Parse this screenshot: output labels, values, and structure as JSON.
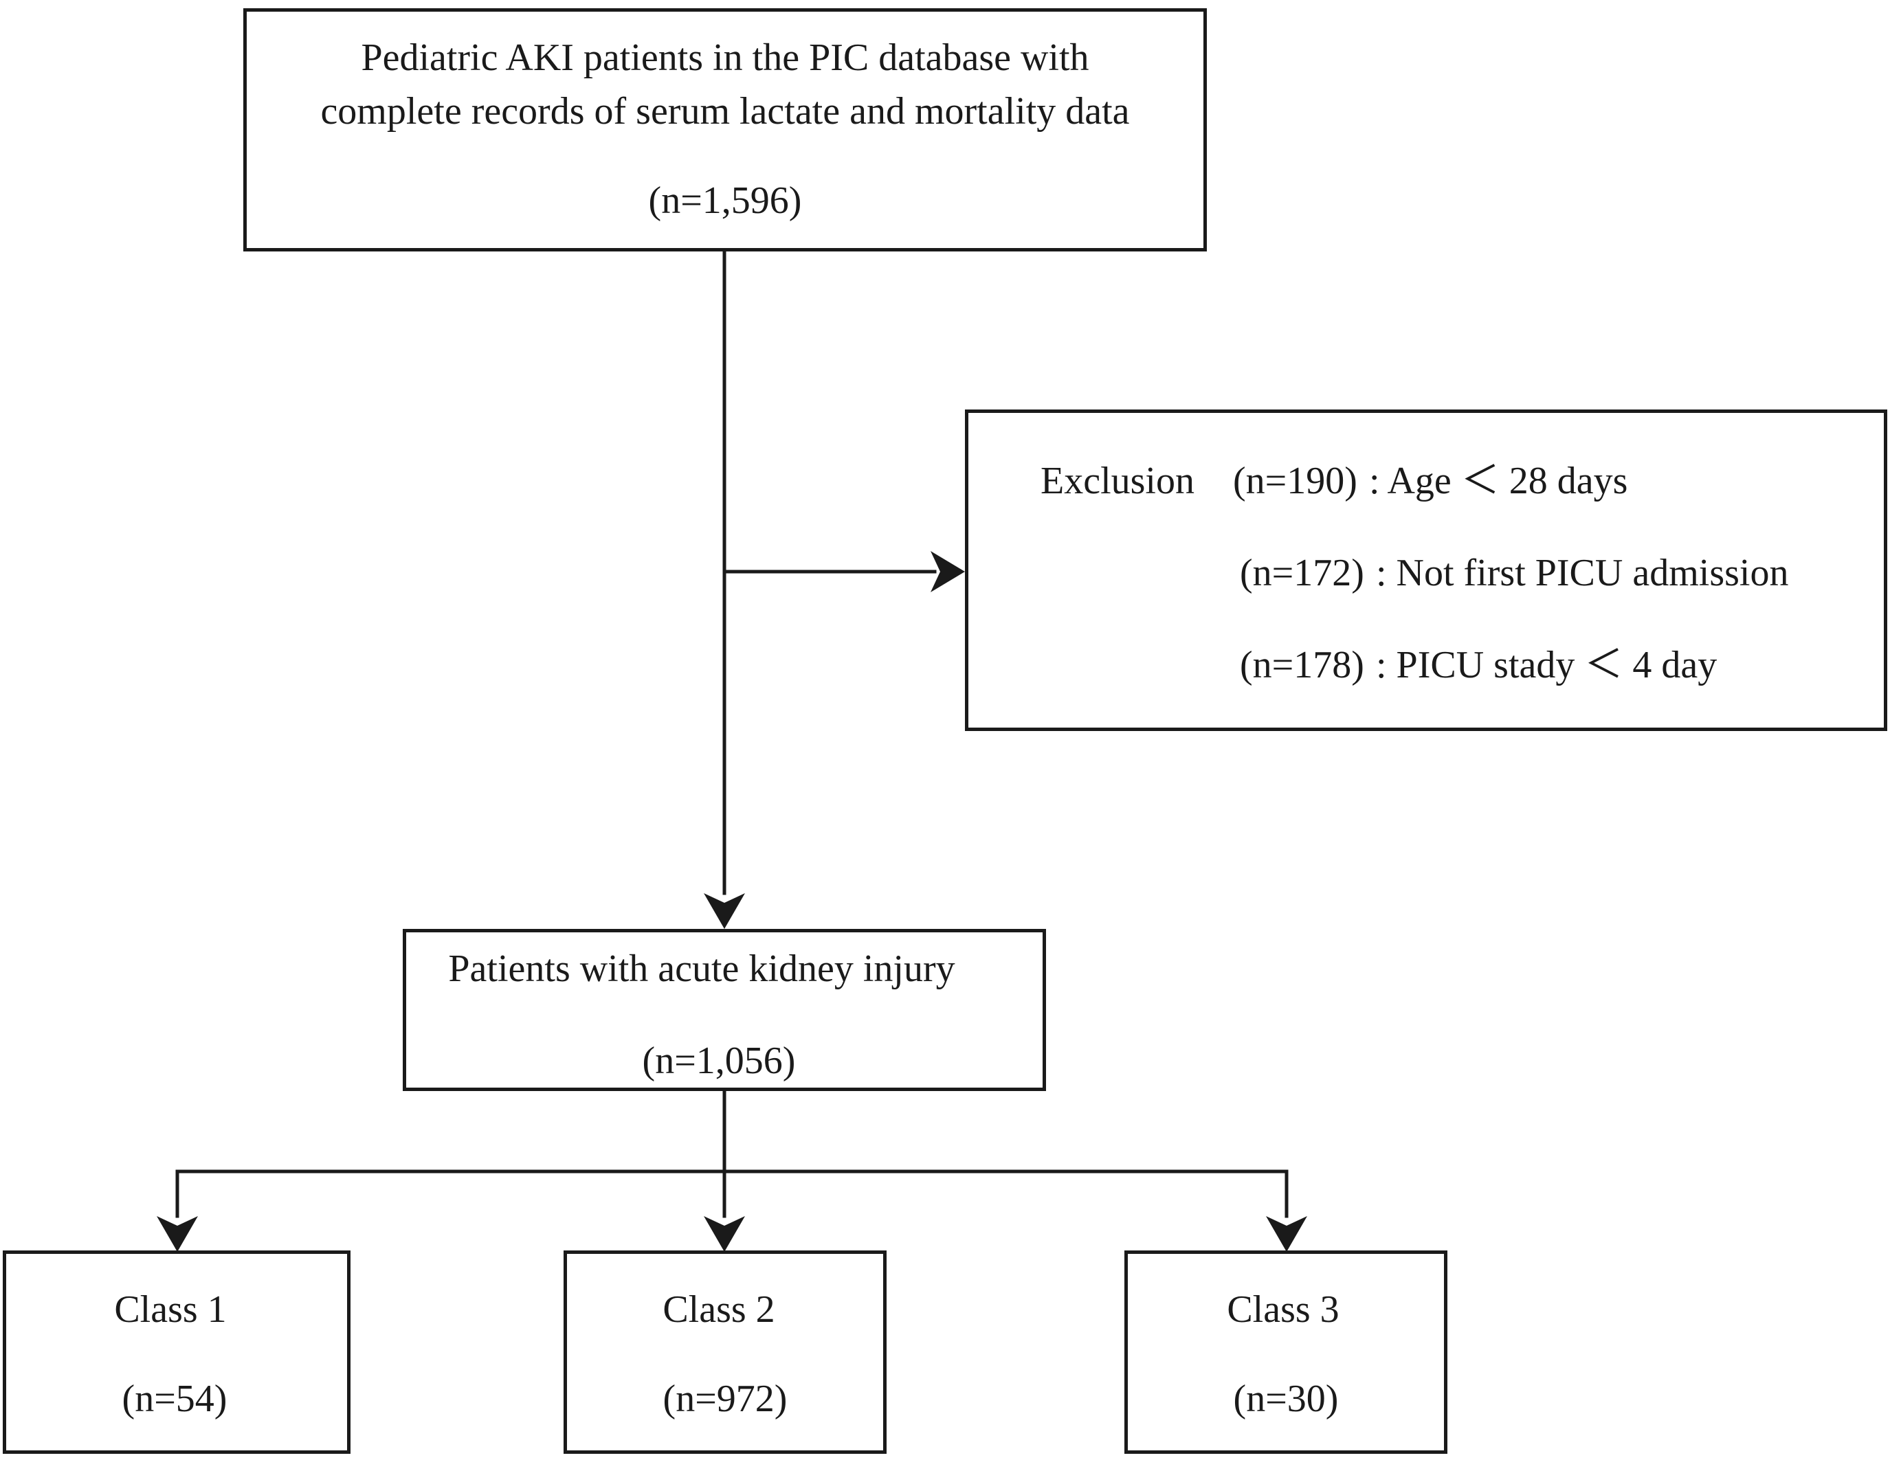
{
  "source_box": {
    "line1": "Pediatric AKI patients in the PIC database with",
    "line2": "complete records of serum lactate and mortality data",
    "count": "(n=1,596)"
  },
  "exclusion_box": {
    "label": "Exclusion",
    "items": [
      {
        "count": "(n=190)",
        "reason": ": Age ＜ 28 days"
      },
      {
        "count": "(n=172)",
        "reason": ": Not first PICU admission"
      },
      {
        "count": "(n=178)",
        "reason": ": PICU stady ＜ 4 day"
      }
    ]
  },
  "aki_box": {
    "title": "Patients with acute kidney injury",
    "count": "(n=1,056)"
  },
  "classes": [
    {
      "label": "Class 1",
      "count": "(n=54)"
    },
    {
      "label": "Class 2",
      "count": "(n=972)"
    },
    {
      "label": "Class 3",
      "count": "(n=30)"
    }
  ],
  "colors": {
    "line": "#1a1a1a",
    "background": "#ffffff"
  }
}
